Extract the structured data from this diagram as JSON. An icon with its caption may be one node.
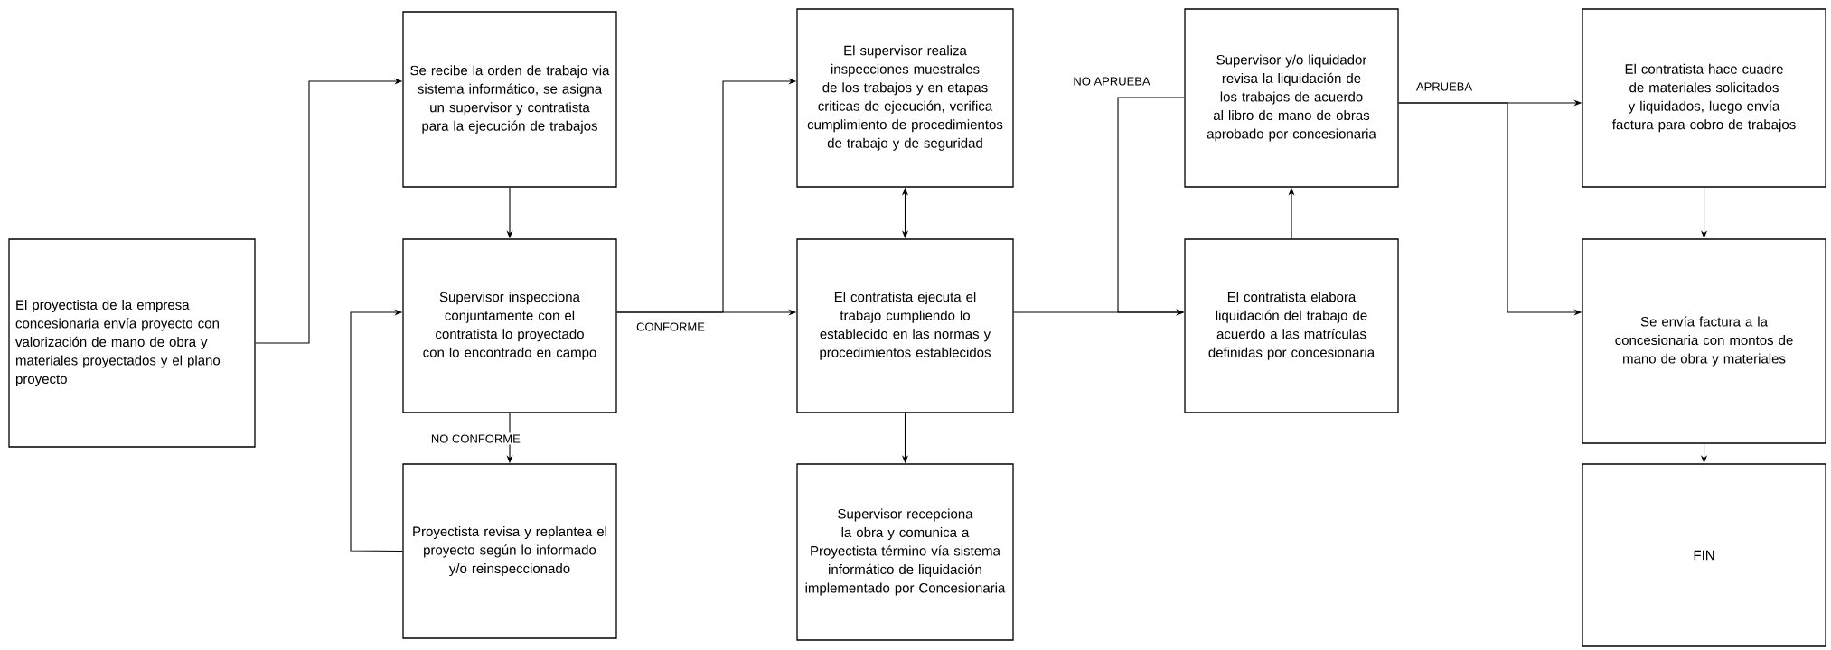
{
  "diagram": {
    "nodes": [
      {
        "text": [
          "El proyectista de la empresa concesionaria envía proyecto con valorización de mano de obra y materiales proyectados y el plano proyecto"
        ]
      },
      {
        "text": [
          "Se recibe la orden de trabajo via sistema informático, se asigna un supervisor y contratista para la ejecución de trabajos"
        ]
      },
      {
        "text": [
          "Supervisor inspecciona conjuntamente con el contratista lo proyectado con lo encontrado en campo"
        ]
      },
      {
        "text": [
          "Proyectista revisa y replantea el proyecto según lo informado y/o reinspeccionado"
        ]
      },
      {
        "text": [
          "El supervisor realiza inspecciones muestrales de los trabajos y en etapas criticas de ejecución, verifica cumplimiento de procedimientos de trabajo y de seguridad"
        ]
      },
      {
        "text": [
          "El contratista ejecuta el trabajo cumpliendo lo establecido en las normas y procedimientos establecidos"
        ]
      },
      {
        "text": [
          "Supervisor recepciona la obra y comunica a Proyectista término vía sistema informático de liquidación implementado por Concesionaria"
        ]
      },
      {
        "text": [
          "Supervisor y/o liquidador revisa la liquidación de los trabajos de acuerdo al libro de mano de obras aprobado por concesionaria"
        ]
      },
      {
        "text": [
          "El contratista elabora liquidación del trabajo de acuerdo a las matrículas definidas por concesionaria"
        ]
      },
      {
        "text": [
          "El contratista hace cuadre de materiales solicitados y liquidados, luego envía factura para cobro de trabajos"
        ]
      },
      {
        "text": [
          "Se envía factura a la concesionaria con montos de mano de obra y materiales"
        ]
      },
      {
        "text": [
          "FIN"
        ]
      }
    ],
    "edges": [
      {
        "from": 0,
        "to": 1,
        "arrow": "to"
      },
      {
        "from": 1,
        "to": 2,
        "arrow": "to"
      },
      {
        "from": 2,
        "to": 3,
        "arrow": "to",
        "label": "NO CONFORME"
      },
      {
        "from": 3,
        "to": 2,
        "arrow": "to"
      },
      {
        "from": 2,
        "to": 4,
        "arrow": "to"
      },
      {
        "from": 2,
        "to": 5,
        "arrow": "to",
        "label": "CONFORME"
      },
      {
        "from": 4,
        "to": 5,
        "arrow": "both"
      },
      {
        "from": 5,
        "to": 6,
        "arrow": "to"
      },
      {
        "from": 5,
        "to": 8,
        "arrow": "to"
      },
      {
        "from": 7,
        "to": 8,
        "arrow": "to",
        "label": "NO APRUEBA"
      },
      {
        "from": 8,
        "to": 7,
        "arrow": "to"
      },
      {
        "from": 7,
        "to": 9,
        "arrow": "to",
        "label": "APRUEBA"
      },
      {
        "from": 7,
        "to": 10,
        "arrow": "to"
      },
      {
        "from": 9,
        "to": 10,
        "arrow": "to"
      },
      {
        "from": 10,
        "to": 11,
        "arrow": "to"
      }
    ]
  }
}
